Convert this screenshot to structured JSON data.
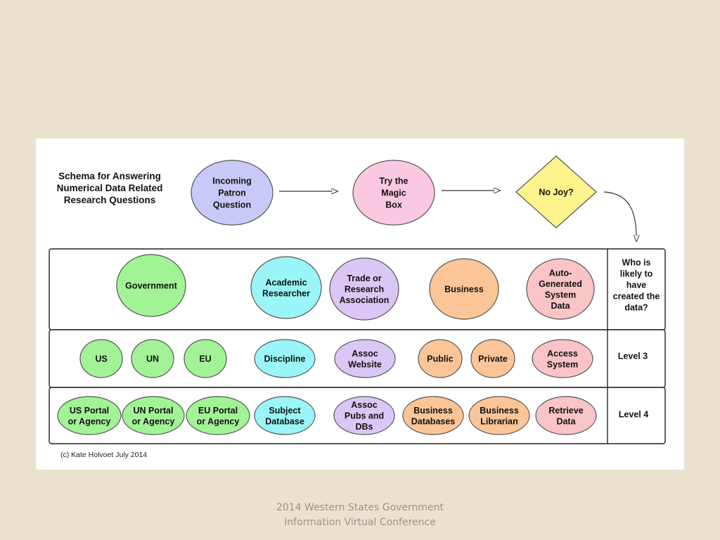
{
  "title": "Schema for Answering Numerical Data Related Research Questions",
  "copyright": "(c) Kate Holvoet July 2014",
  "footer": {
    "line1": "2014 Western States Government",
    "line2": "Information Virtual Conference"
  },
  "colors": {
    "patron": "#c9c9f7",
    "magic": "#fbc8e1",
    "nojoy": "#fdf38c",
    "government": "#a2f396",
    "academic": "#99f5f7",
    "trade": "#dbc7f5",
    "business": "#fbc597",
    "auto": "#f9c4c6"
  },
  "flow": [
    {
      "id": "patron",
      "label": [
        "Incoming",
        "Patron",
        "Question"
      ],
      "shape": "ellipse"
    },
    {
      "id": "magic",
      "label": [
        "Try the",
        "Magic",
        "Box"
      ],
      "shape": "ellipse"
    },
    {
      "id": "nojoy",
      "label": [
        "No Joy?"
      ],
      "shape": "diamond"
    }
  ],
  "rows": [
    {
      "id": "creators",
      "side_label": [
        "Who is",
        "likely to",
        "have",
        "created the",
        "data?"
      ],
      "nodes": [
        {
          "id": "government",
          "label": [
            "Government"
          ],
          "color": "government"
        },
        {
          "id": "academic-researcher",
          "label": [
            "Academic",
            "Researcher"
          ],
          "color": "academic"
        },
        {
          "id": "trade-association",
          "label": [
            "Trade or",
            "Research",
            "Association"
          ],
          "color": "trade"
        },
        {
          "id": "business",
          "label": [
            "Business"
          ],
          "color": "business"
        },
        {
          "id": "auto-generated",
          "label": [
            "Auto-",
            "Generated",
            "System",
            "Data"
          ],
          "color": "auto"
        }
      ]
    },
    {
      "id": "level3",
      "side_label": [
        "Level 3"
      ],
      "nodes": [
        {
          "id": "us",
          "label": [
            "US"
          ],
          "color": "government"
        },
        {
          "id": "un",
          "label": [
            "UN"
          ],
          "color": "government"
        },
        {
          "id": "eu",
          "label": [
            "EU"
          ],
          "color": "government"
        },
        {
          "id": "discipline",
          "label": [
            "Discipline"
          ],
          "color": "academic"
        },
        {
          "id": "assoc-website",
          "label": [
            "Assoc",
            "Website"
          ],
          "color": "trade"
        },
        {
          "id": "public",
          "label": [
            "Public"
          ],
          "color": "business"
        },
        {
          "id": "private",
          "label": [
            "Private"
          ],
          "color": "business"
        },
        {
          "id": "access-system",
          "label": [
            "Access",
            "System"
          ],
          "color": "auto"
        }
      ]
    },
    {
      "id": "level4",
      "side_label": [
        "Level 4"
      ],
      "nodes": [
        {
          "id": "us-portal",
          "label": [
            "US Portal",
            "or Agency"
          ],
          "color": "government"
        },
        {
          "id": "un-portal",
          "label": [
            "UN Portal",
            "or Agency"
          ],
          "color": "government"
        },
        {
          "id": "eu-portal",
          "label": [
            "EU Portal",
            "or Agency"
          ],
          "color": "government"
        },
        {
          "id": "subject-database",
          "label": [
            "Subject",
            "Database"
          ],
          "color": "academic"
        },
        {
          "id": "assoc-pubs",
          "label": [
            "Assoc",
            "Pubs and",
            "DBs"
          ],
          "color": "trade"
        },
        {
          "id": "business-databases",
          "label": [
            "Business",
            "Databases"
          ],
          "color": "business"
        },
        {
          "id": "business-librarian",
          "label": [
            "Business",
            "Librarian"
          ],
          "color": "business"
        },
        {
          "id": "retrieve-data",
          "label": [
            "Retrieve",
            "Data"
          ],
          "color": "auto"
        }
      ]
    }
  ]
}
